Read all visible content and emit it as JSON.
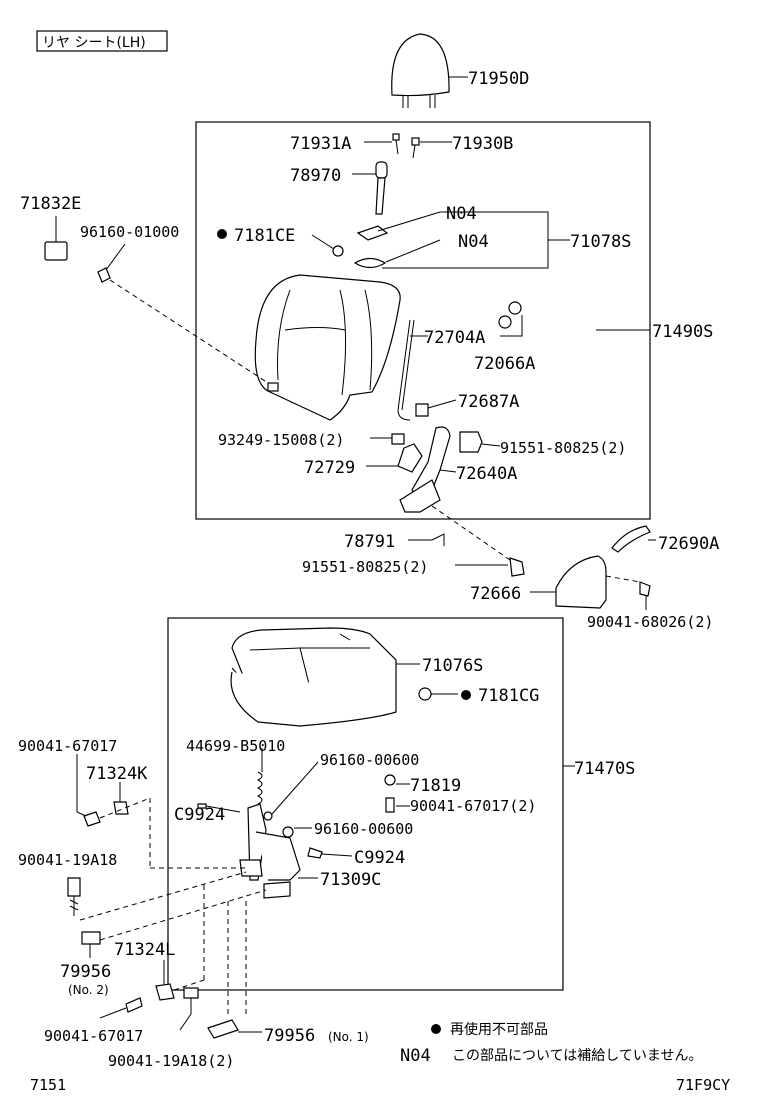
{
  "header_tag": "リヤ シート(LH)",
  "labels": {
    "p71950D": "71950D",
    "p71931A": "71931A",
    "p71930B": "71930B",
    "p78970": "78970",
    "p71832E": "71832E",
    "p96160_01000": "96160-01000",
    "p7181CE": "7181CE",
    "n04_a": "N04",
    "n04_b": "N04",
    "p71078S": "71078S",
    "p72704A": "72704A",
    "p72066A": "72066A",
    "p71490S": "71490S",
    "p72687A": "72687A",
    "p93249_15008": "93249-15008(2)",
    "p91551_80825_a": "91551-80825(2)",
    "p72729": "72729",
    "p72640A": "72640A",
    "p78791": "78791",
    "p91551_80825_b": "91551-80825(2)",
    "p72690A": "72690A",
    "p72666": "72666",
    "p90041_68026": "90041-68026(2)",
    "p71076S": "71076S",
    "p7181CG": "7181CG",
    "p90041_67017_a": "90041-67017",
    "p44699_B5010": "44699-B5010",
    "p96160_00600_a": "96160-00600",
    "p71324K": "71324K",
    "p71819": "71819",
    "p71470S": "71470S",
    "p90041_67017_b": "90041-67017(2)",
    "pC9924_a": "C9924",
    "p96160_00600_b": "96160-00600",
    "p90041_19A18_a": "90041-19A18",
    "pC9924_b": "C9924",
    "p71309C": "71309C",
    "p71324L": "71324L",
    "p79956_a": "79956",
    "p79956_a_note": "(No. 2)",
    "p90041_67017_c": "90041-67017",
    "p79956_b": "79956",
    "p79956_b_note": "(No. 1)",
    "p90041_19A18_b": "90041-19A18(2)"
  },
  "legend": {
    "dot_text": "再使用不可部品",
    "n04_key": "N04",
    "n04_text": "この部品については補給していません。"
  },
  "footer": {
    "left": "7151",
    "right": "71F9CY"
  }
}
